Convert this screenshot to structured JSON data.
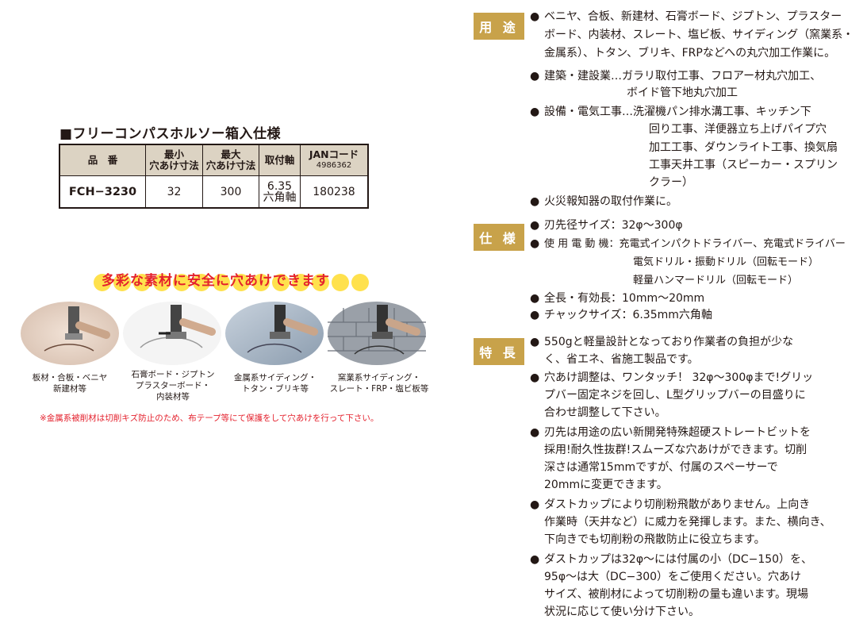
{
  "spec": {
    "title": "■フリーコンパスホルソー箱入仕様",
    "headers": [
      "品　番",
      "最小\n穴あけ寸法",
      "最大\n穴あけ寸法",
      "取付軸",
      "JANコード"
    ],
    "jan_prefix": "4986362",
    "row": {
      "model": "FCH−3230",
      "min": "32",
      "max": "300",
      "shaft": "6.35\n六角軸",
      "jan": "180238"
    }
  },
  "materials": {
    "banner": "多彩な素材に安全に穴あけできます",
    "captions": [
      "板材・合板・ベニヤ\n新建材等",
      "石膏ボード・ジプトン\nプラスターボード・\n内装材等",
      "金属系サイディング・\nトタン・ブリキ等",
      "窯業系サイディング・\nスレート・FRP・塩ビ板等"
    ],
    "note": "※金属系被削材は切削キズ防止のため、布テープ等にて保護をして穴あけを行って下さい。"
  },
  "usage": {
    "label": "用 途",
    "lines": [
      "ベニヤ、合板、新建材、石膏ボード、ジプトン、プラスター",
      "ボード、内装材、スレート、塩ビ板、サイディング（窯業系・",
      "金属系）、トタン、ブリキ、FRPなどへの丸穴加工作業に。",
      "建築・建設業…ガラリ取付工事、フロアー材丸穴加工、",
      "ボイド管下地丸穴加工",
      "設備・電気工事…洗濯機パン排水溝工事、キッチン下",
      "回り工事、洋便器立ち上げパイプ穴",
      "加工工事、ダウンライト工事、換気扇",
      "工事天井工事（スピーカー・スプリン",
      "クラー）",
      "火災報知器の取付作業に。"
    ]
  },
  "specs": {
    "label": "仕 様",
    "lines": [
      "刃先径サイズ：32φ〜300φ",
      "使 用 電 動 機：充電式インパクトドライバー、充電式ドライバー",
      "電気ドリル・振動ドリル（回転モード）",
      "軽量ハンマードリル（回転モード）",
      "全長・有効長：10mm〜20mm",
      "チャックサイズ：6.35mm六角軸"
    ]
  },
  "features": {
    "label": "特 長",
    "lines": [
      "550gと軽量設計となっており作業者の負担が少な",
      "く、省エネ、省施工製品です。",
      "穴あけ調整は、ワンタッチ！ 32φ〜300φまで!グリッ",
      "プバー固定ネジを回し、L型グリップバーの目盛りに",
      "合わせ調整して下さい。",
      "刃先は用途の広い新開発特殊超硬ストレートビットを",
      "採用!耐久性抜群!スムーズな穴あけができます。切削",
      "深さは通常15mmですが、付属のスペーサーで",
      "20mmに変更できます。",
      "ダストカップにより切削粉飛散がありません。上向き",
      "作業時（天井など）に威力を発揮します。また、横向き、",
      "下向きでも切削粉の飛散防止に役立ちます。",
      "ダストカップは32φ〜には付属の小（DC−150）を、",
      "95φ〜は大（DC−300）をご使用ください。穴あけ",
      "サイズ、被削材によって切削粉の量も違います。現場",
      "状況に応じて使い分け下さい。"
    ]
  },
  "bullet": "●",
  "colors": {
    "label_bg": "#c8a24a",
    "banner_text": "#e4212d",
    "banner_dot": "#ffe14d",
    "table_header": "#dcd3c3"
  }
}
